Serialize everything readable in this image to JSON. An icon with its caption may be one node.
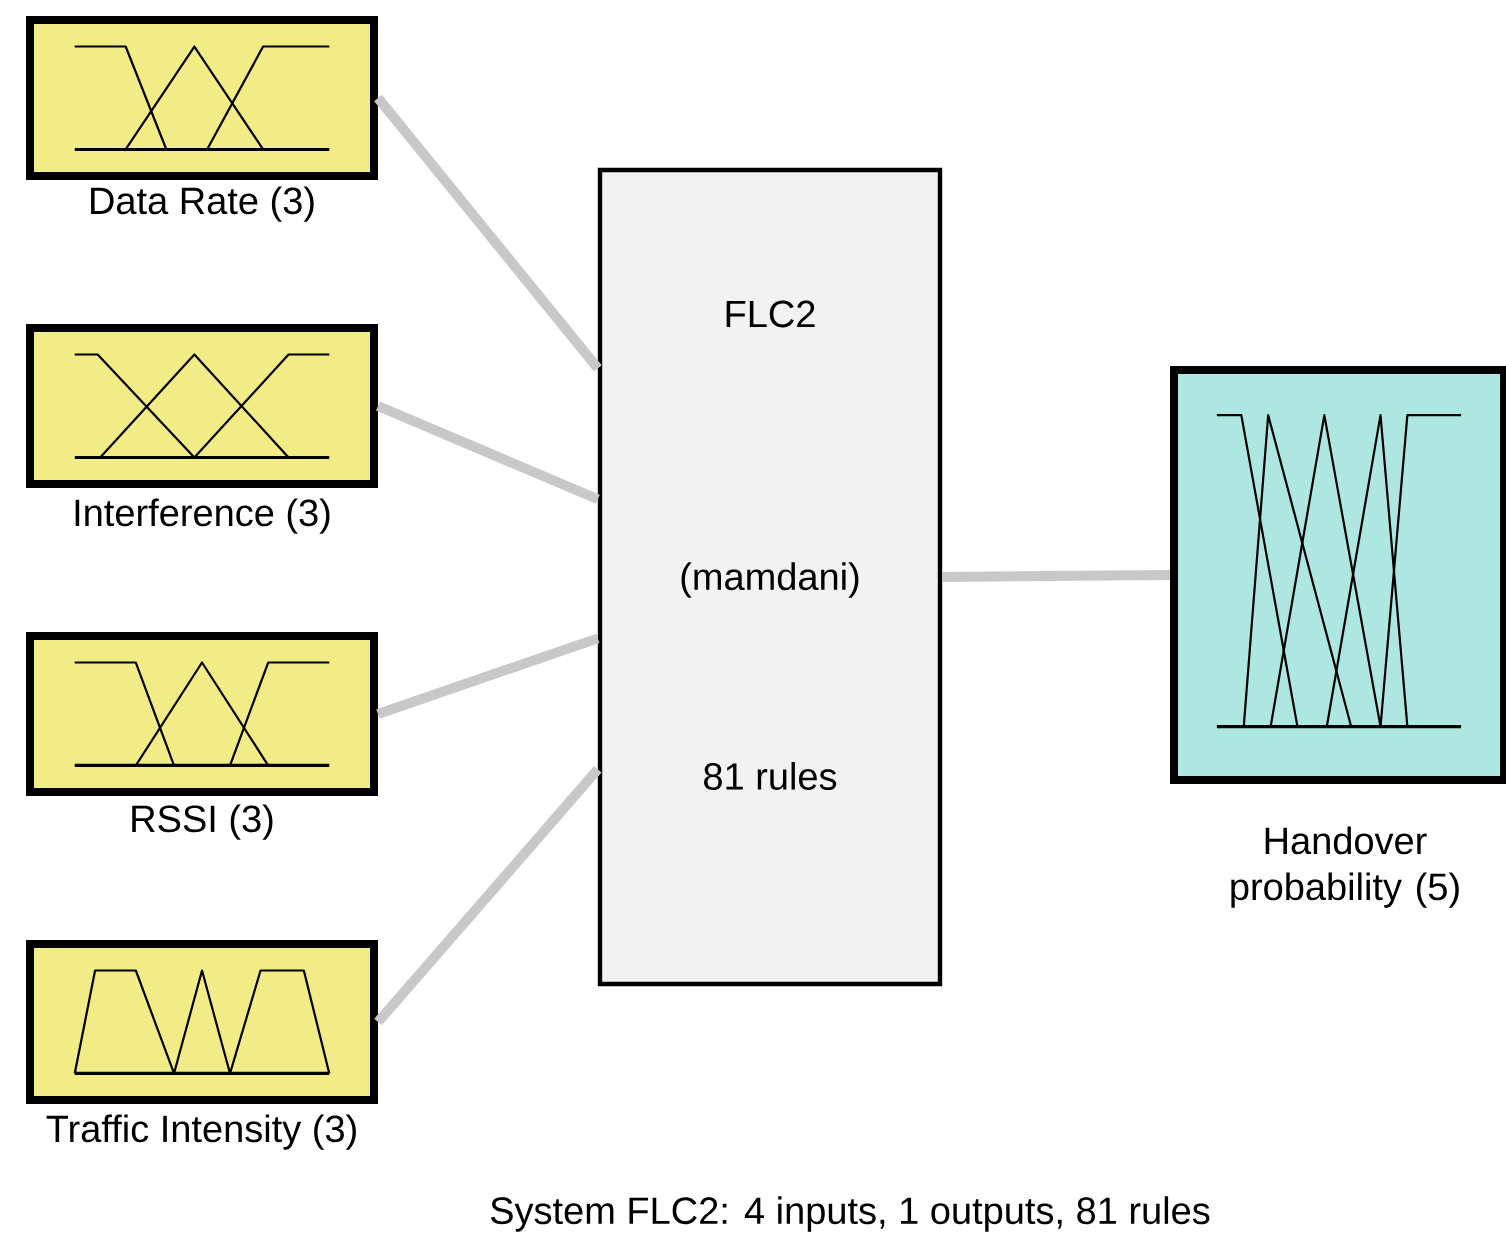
{
  "diagram": {
    "caption": "System FLC2: 4 inputs, 1 outputs, 81 rules",
    "nodes": [
      {
        "text": [
          "Data Rate (3)"
        ]
      },
      {
        "text": [
          "Interference (3)"
        ]
      },
      {
        "text": [
          "RSSI (3)"
        ]
      },
      {
        "text": [
          "Traffic Intensity (3)"
        ]
      },
      {
        "text": [
          "FLC2",
          "(mamdani)",
          "81 rules"
        ]
      },
      {
        "text": [
          "Handover probability (5)"
        ]
      }
    ],
    "edges": [
      {
        "from": 0,
        "to": 4,
        "arrow": "none"
      },
      {
        "from": 1,
        "to": 4,
        "arrow": "none"
      },
      {
        "from": 2,
        "to": 4,
        "arrow": "none"
      },
      {
        "from": 3,
        "to": 4,
        "arrow": "none"
      },
      {
        "from": 4,
        "to": 5,
        "arrow": "none"
      }
    ]
  }
}
